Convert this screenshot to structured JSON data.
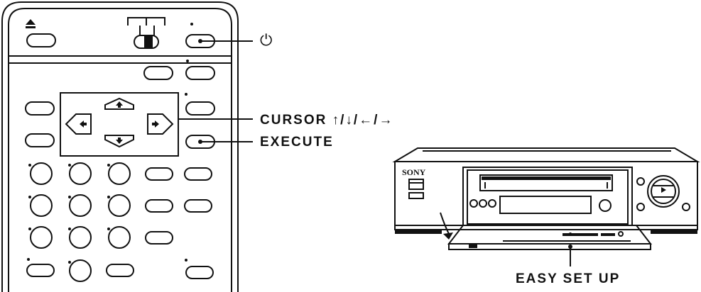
{
  "labels": {
    "power_symbol": "⏻",
    "cursor": "CURSOR ↑/↓/←/→",
    "execute": "EXECUTE",
    "easy_set_up": "EASY SET UP",
    "brand": "SONY"
  },
  "icons": {
    "eject": "eject-icon",
    "power": "power-icon",
    "arrows": [
      "up-arrow-icon",
      "down-arrow-icon",
      "left-arrow-icon",
      "right-arrow-icon"
    ]
  },
  "colors": {
    "line": "#111111",
    "background": "#ffffff"
  }
}
